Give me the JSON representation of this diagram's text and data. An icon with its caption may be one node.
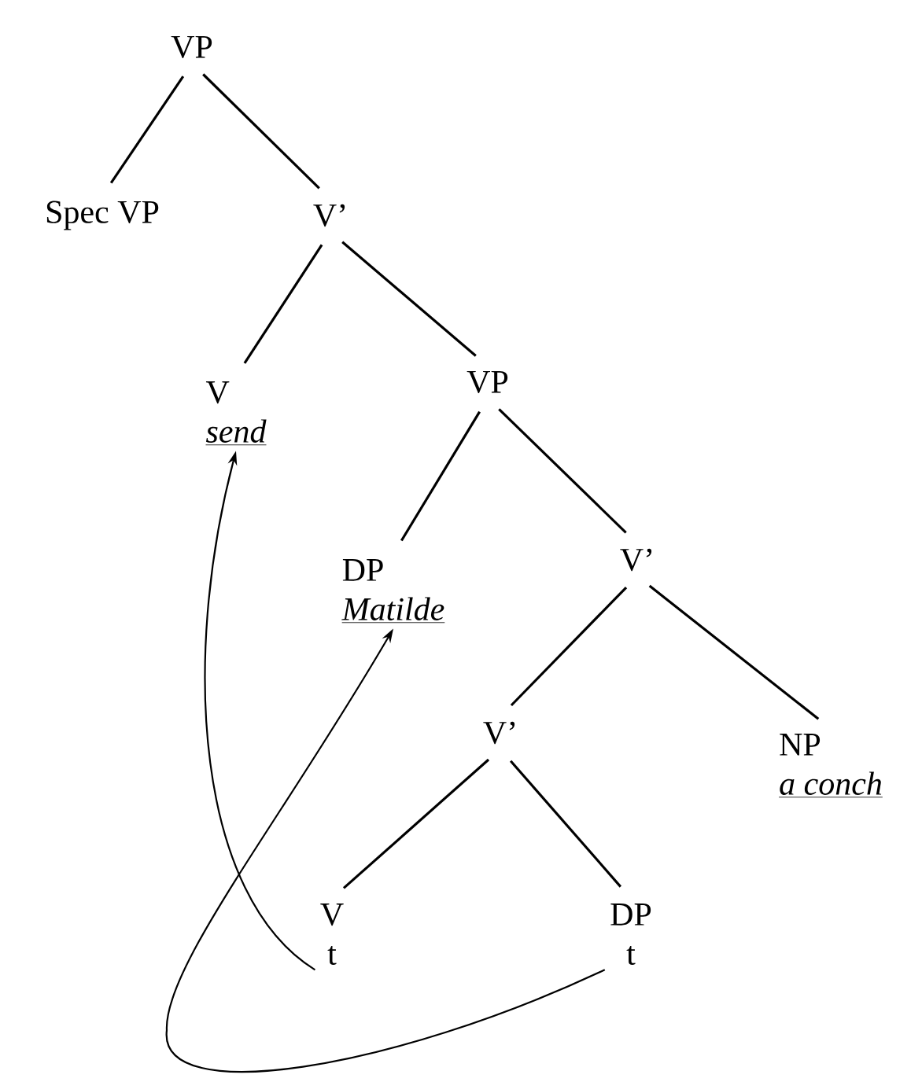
{
  "diagram": {
    "nodes": [
      {
        "text": [
          "VP"
        ]
      },
      {
        "text": [
          "Spec VP"
        ]
      },
      {
        "text": [
          "V’"
        ]
      },
      {
        "text": [
          "V",
          "send"
        ]
      },
      {
        "text": [
          "VP"
        ]
      },
      {
        "text": [
          "DP",
          "Matilde"
        ]
      },
      {
        "text": [
          "V’"
        ]
      },
      {
        "text": [
          "V’"
        ]
      },
      {
        "text": [
          "NP",
          "a conch"
        ]
      },
      {
        "text": [
          "V",
          "t"
        ]
      },
      {
        "text": [
          "DP",
          "t"
        ]
      }
    ],
    "edges": [
      {
        "from": 0,
        "to": 1,
        "arrow": "none"
      },
      {
        "from": 0,
        "to": 2,
        "arrow": "none"
      },
      {
        "from": 2,
        "to": 3,
        "arrow": "none"
      },
      {
        "from": 2,
        "to": 4,
        "arrow": "none"
      },
      {
        "from": 4,
        "to": 5,
        "arrow": "none"
      },
      {
        "from": 4,
        "to": 6,
        "arrow": "none"
      },
      {
        "from": 6,
        "to": 7,
        "arrow": "none"
      },
      {
        "from": 6,
        "to": 8,
        "arrow": "none"
      },
      {
        "from": 7,
        "to": 9,
        "arrow": "none"
      },
      {
        "from": 7,
        "to": 10,
        "arrow": "none"
      },
      {
        "from": 9,
        "to": 3,
        "arrow": "to"
      },
      {
        "from": 10,
        "to": 5,
        "arrow": "to"
      }
    ]
  }
}
